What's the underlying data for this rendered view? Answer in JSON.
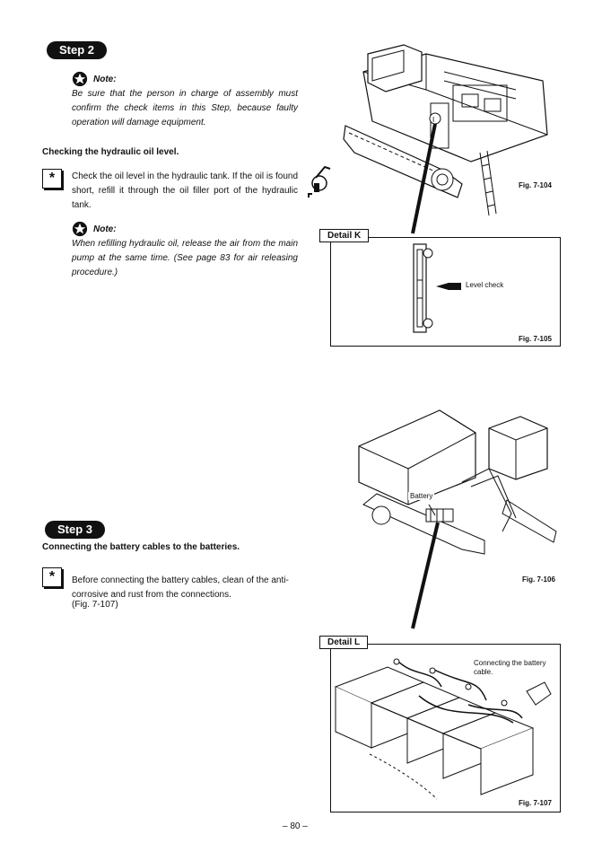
{
  "step2": {
    "badge": "Step 2",
    "note1": {
      "label": "Note:",
      "text": "Be sure that the person in charge of assembly must confirm the check items in this Step, because faulty operation will damage equipment."
    },
    "heading": "Checking the hydraulic oil level.",
    "instruction": "Check the oil level in the hydraulic tank. If the oil is found short, refill it through the oil filler port of the hydraulic tank.",
    "note2": {
      "label": "Note:",
      "text": "When refilling hydraulic oil, release the air from the main pump at the same time. (See page 83 for air releasing procedure.)"
    }
  },
  "figures": {
    "fig104": "Fig. 7-104",
    "detailK": "Detail K",
    "levelCheck": "Level check",
    "fig105": "Fig. 7-105",
    "battery": "Battery",
    "fig106": "Fig. 7-106",
    "detailL": "Detail L",
    "connecting": "Connecting the battery cable.",
    "fig107": "Fig. 7-107"
  },
  "step3": {
    "badge": "Step 3",
    "heading": "Connecting the battery cables to the batteries.",
    "instruction": "Before connecting the battery cables, clean of the anti-corrosive and rust from the connections.",
    "ref": "(Fig. 7-107)"
  },
  "footer": {
    "page": "– 80 –"
  }
}
